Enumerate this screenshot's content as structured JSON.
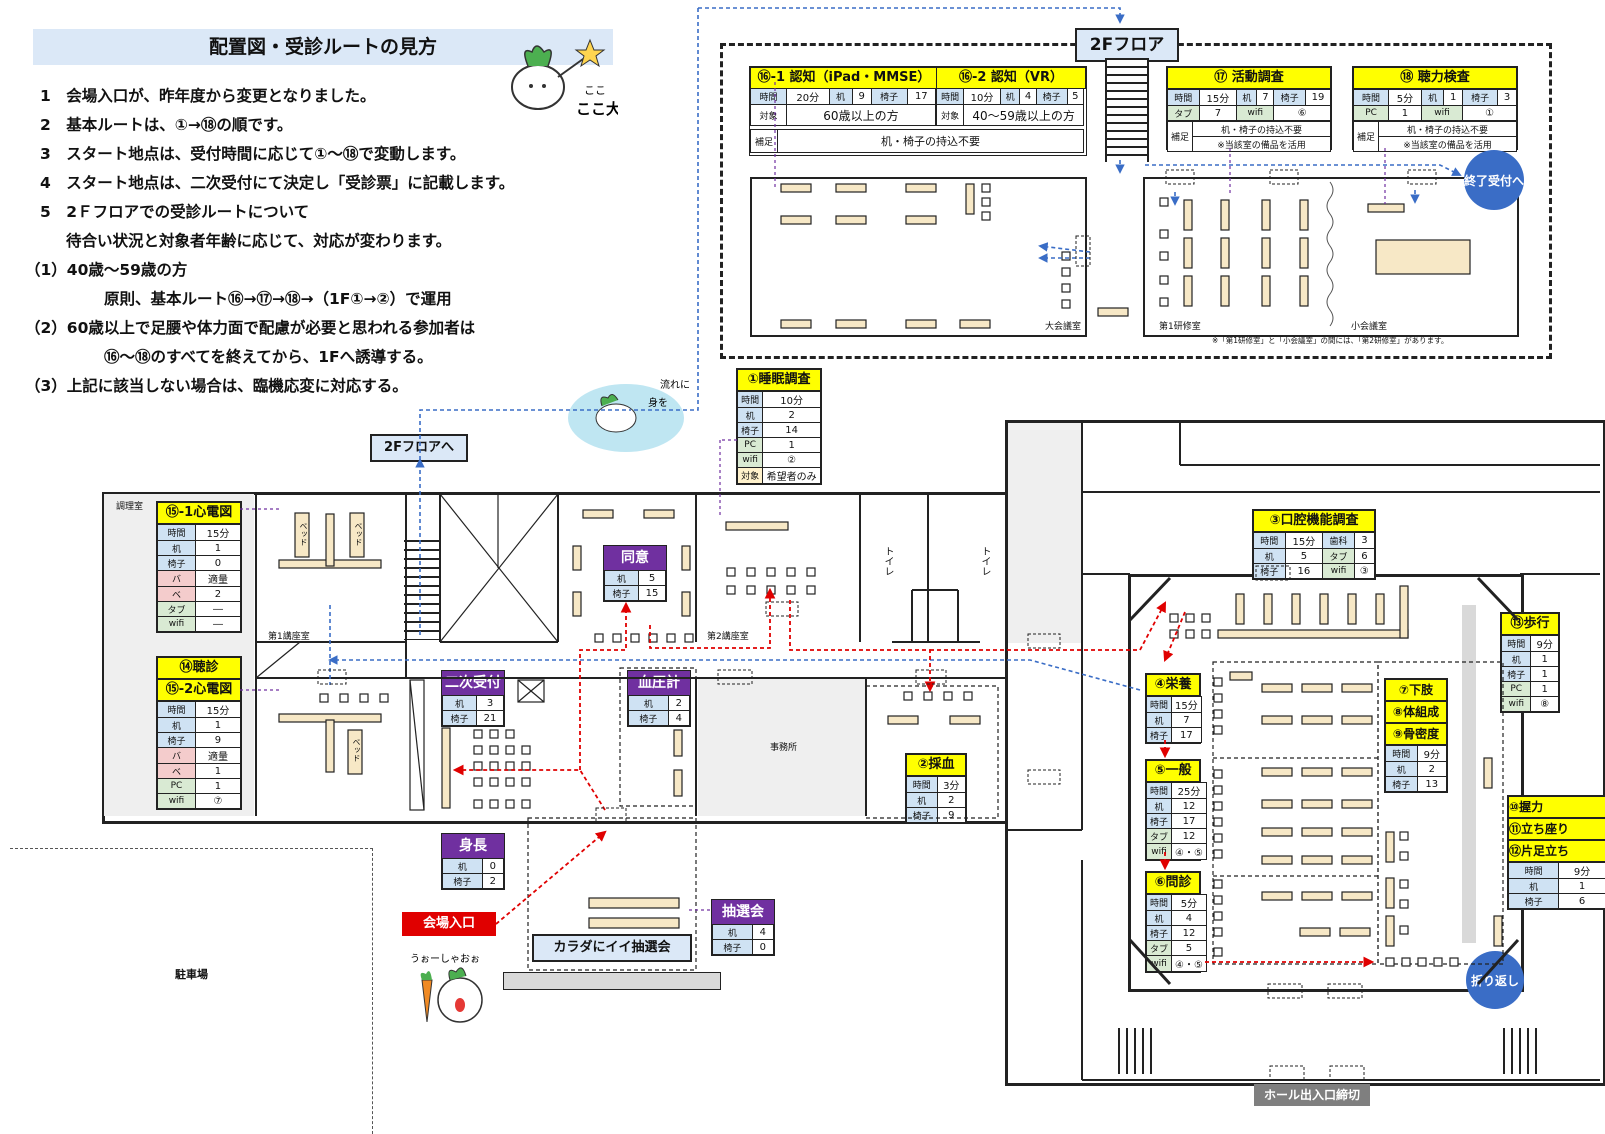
{
  "guide": {
    "title": "配置図・受診ルートの見方",
    "lines": [
      "1　会場入口が、昨年度から変更となりました。",
      "2　基本ルートは、①→⑱の順です。",
      "3　スタート地点は、受付時間に応じて①～⑱で変動します。",
      "4　スタート地点は、二次受付にて決定し「受診票」に記載します。",
      "5　2Ｆフロアでの受診ルートについて",
      "待合い状況と対象者年齢に応じて、対応が変わります。",
      "（1）40歳～59歳の方",
      "原則、基本ルート⑯→⑰→⑱→（1F①→②）で運用",
      "（2）60歳以上で足腰や体力面で配慮が必要と思われる参加者は",
      "⑯～⑱のすべてを終えてから、1Fへ誘導する。",
      "（3）上記に該当しない場合は、臨機応変に対応する。"
    ],
    "mascot_note": "ここ大事",
    "mascot_note2": "流れに身をまかせて",
    "mascot_note3": "うぉーしゃおぉ"
  },
  "floor2": {
    "label": "2Fフロア",
    "cog1": {
      "title": "⑯-1 認知（iPad・MMSE）",
      "k1": "時間",
      "v1": "20分",
      "k2": "机",
      "v2": "9",
      "k3": "椅子",
      "v3": "17",
      "target_k": "対象",
      "target_v": "60歳以上の方"
    },
    "cog2": {
      "title": "⑯-2 認知（VR）",
      "k1": "時間",
      "v1": "10分",
      "k2": "机",
      "v2": "4",
      "k3": "椅子",
      "v3": "5",
      "target_k": "対象",
      "target_v": "40～59歳以上の方"
    },
    "cog_note_k": "補足",
    "cog_note_v": "机・椅子の持込不要",
    "activity": {
      "title": "⑰ 活動調査",
      "k1": "時間",
      "v1": "15分",
      "k2": "机",
      "v2": "7",
      "k3": "椅子",
      "v3": "19",
      "k4": "タブ",
      "v4": "7",
      "k5": "wifi",
      "v5": "⑥",
      "note_k": "補足",
      "note_v1": "机・椅子の持込不要",
      "note_v2": "※当該室の備品を活用"
    },
    "hearing": {
      "title": "⑱ 聴力検査",
      "k1": "時間",
      "v1": "5分",
      "k2": "机",
      "v2": "1",
      "k3": "椅子",
      "v3": "3",
      "k4": "PC",
      "v4": "1",
      "k5": "wifi",
      "v5": "①",
      "note_k": "補足",
      "note_v1": "机・椅子の持込不要",
      "note_v2": "※当該室の備品を活用"
    },
    "room_big": "大会議室",
    "room_training1": "第1研修室",
    "room_small": "小会議室",
    "footnote": "※「第1研修室」と「小会議室」の間には、「第2研修室」があります。",
    "end_label": "終了受付へ"
  },
  "to2f": "2Fフロアへ",
  "sleep": {
    "title": "①睡眠調査",
    "rows": [
      [
        "時間",
        "10分"
      ],
      [
        "机",
        "2"
      ],
      [
        "椅子",
        "14"
      ],
      [
        "PC",
        "1"
      ],
      [
        "wifi",
        "②"
      ],
      [
        "対象",
        "希望者のみ"
      ]
    ]
  },
  "ecg1": {
    "title": "⑮-1心電図",
    "rows": [
      [
        "時間",
        "15分"
      ],
      [
        "机",
        "1"
      ],
      [
        "椅子",
        "0"
      ],
      [
        "バ",
        "適量"
      ],
      [
        "ベ",
        "2"
      ],
      [
        "タブ",
        "―"
      ],
      [
        "wifi",
        "―"
      ]
    ]
  },
  "hear1f": {
    "title1": "⑭聴診",
    "title2": "⑮-2心電図",
    "rows": [
      [
        "時間",
        "15分"
      ],
      [
        "机",
        "1"
      ],
      [
        "椅子",
        "9"
      ],
      [
        "バ",
        "適量"
      ],
      [
        "ベ",
        "1"
      ],
      [
        "PC",
        "1"
      ],
      [
        "wifi",
        "⑦"
      ]
    ]
  },
  "consent": {
    "title": "同意",
    "rows": [
      [
        "机",
        "5"
      ],
      [
        "椅子",
        "15"
      ]
    ]
  },
  "reception2": {
    "title": "二次受付",
    "rows": [
      [
        "机",
        "3"
      ],
      [
        "椅子",
        "21"
      ]
    ]
  },
  "bp": {
    "title": "血圧計",
    "rows": [
      [
        "机",
        "2"
      ],
      [
        "椅子",
        "4"
      ]
    ]
  },
  "height": {
    "title": "身長",
    "rows": [
      [
        "机",
        "0"
      ],
      [
        "椅子",
        "2"
      ]
    ]
  },
  "blood": {
    "title": "②採血",
    "rows": [
      [
        "時間",
        "3分"
      ],
      [
        "机",
        "2"
      ],
      [
        "椅子",
        "9"
      ]
    ]
  },
  "lottery": {
    "title": "抽選会",
    "rows": [
      [
        "机",
        "4"
      ],
      [
        "椅子",
        "0"
      ]
    ],
    "banner": "カラダにイイ抽選会"
  },
  "oral": {
    "title": "③口腔機能調査",
    "rows": [
      [
        "時間",
        "15分",
        "歯科",
        "3"
      ],
      [
        "机",
        "5",
        "タブ",
        "6"
      ],
      [
        "椅子",
        "16",
        "wifi",
        "③"
      ]
    ]
  },
  "nutrition": {
    "title": "④栄養",
    "rows": [
      [
        "時間",
        "15分"
      ],
      [
        "机",
        "7"
      ],
      [
        "椅子",
        "17"
      ]
    ]
  },
  "general": {
    "title": "⑤一般",
    "rows": [
      [
        "時間",
        "25分"
      ],
      [
        "机",
        "12"
      ],
      [
        "椅子",
        "17"
      ],
      [
        "タブ",
        "12"
      ],
      [
        "wifi",
        "④・⑤"
      ]
    ]
  },
  "interview": {
    "title": "⑥問診",
    "rows": [
      [
        "時間",
        "5分"
      ],
      [
        "机",
        "4"
      ],
      [
        "椅子",
        "12"
      ],
      [
        "タブ",
        "5"
      ],
      [
        "wifi",
        "④・⑤"
      ]
    ]
  },
  "leg": {
    "t1": "⑦下肢",
    "t2": "⑧体組成",
    "t3": "⑨骨密度",
    "rows": [
      [
        "時間",
        "9分"
      ],
      [
        "机",
        "2"
      ],
      [
        "椅子",
        "13"
      ]
    ]
  },
  "walk": {
    "title": "⑬歩行",
    "rows": [
      [
        "時間",
        "9分"
      ],
      [
        "机",
        "1"
      ],
      [
        "椅子",
        "1"
      ],
      [
        "PC",
        "1"
      ],
      [
        "wifi",
        "⑧"
      ]
    ]
  },
  "grip": {
    "t1": "⑩握力",
    "t2": "⑪立ち座り",
    "t3": "⑫片足立ち",
    "rows": [
      [
        "時間",
        "9分"
      ],
      [
        "机",
        "1"
      ],
      [
        "椅子",
        "6"
      ]
    ]
  },
  "rooms": {
    "kitchen": "調理室",
    "lecture1": "第1講座室",
    "lecture2": "第2講座室",
    "office": "事務所",
    "toilet": "トイレ",
    "parking": "駐車場",
    "bed": "ベッド"
  },
  "entrance": "会場入口",
  "turn": "折り返し",
  "hall_exit": "ホール出入口締切"
}
